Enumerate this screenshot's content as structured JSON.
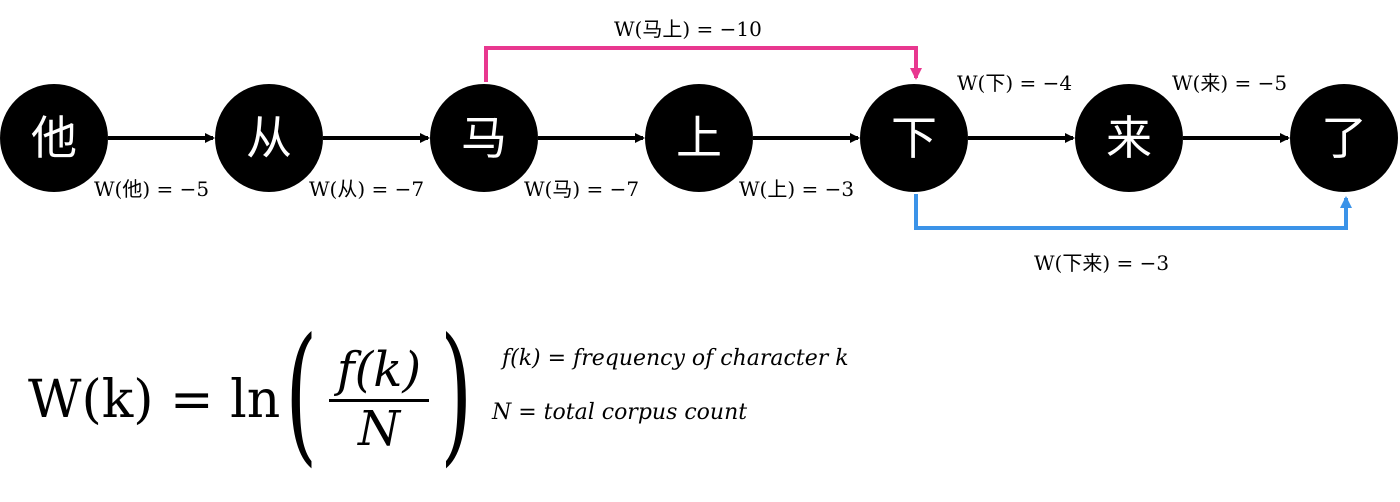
{
  "nodes": [
    {
      "id": "ta",
      "char": "他",
      "weight_label": "W(他) = −5"
    },
    {
      "id": "cong",
      "char": "从",
      "weight_label": "W(从) = −7"
    },
    {
      "id": "ma",
      "char": "马",
      "weight_label": "W(马) = −7"
    },
    {
      "id": "shang",
      "char": "上",
      "weight_label": "W(上) = −3"
    },
    {
      "id": "xia",
      "char": "下",
      "weight_label": "W(下) = −4"
    },
    {
      "id": "lai",
      "char": "来",
      "weight_label": "W(来) = −5"
    },
    {
      "id": "le",
      "char": "了",
      "weight_label": ""
    }
  ],
  "skip_edges": [
    {
      "id": "mashang",
      "from": "ma",
      "to": "xia",
      "label": "W(马上) = −10",
      "color": "#e8378f"
    },
    {
      "id": "xialai",
      "from": "xia",
      "to": "le",
      "label": "W(下来) = −3",
      "color": "#3b93e8"
    }
  ],
  "formula": {
    "lhs": "W(k) = ln",
    "numerator": "f(k)",
    "denominator": "N",
    "definitions": [
      "f(k) = frequency of character k",
      "N = total corpus count"
    ]
  },
  "colors": {
    "node_fill": "#000000",
    "node_text": "#ffffff",
    "arrow": "#000000"
  }
}
